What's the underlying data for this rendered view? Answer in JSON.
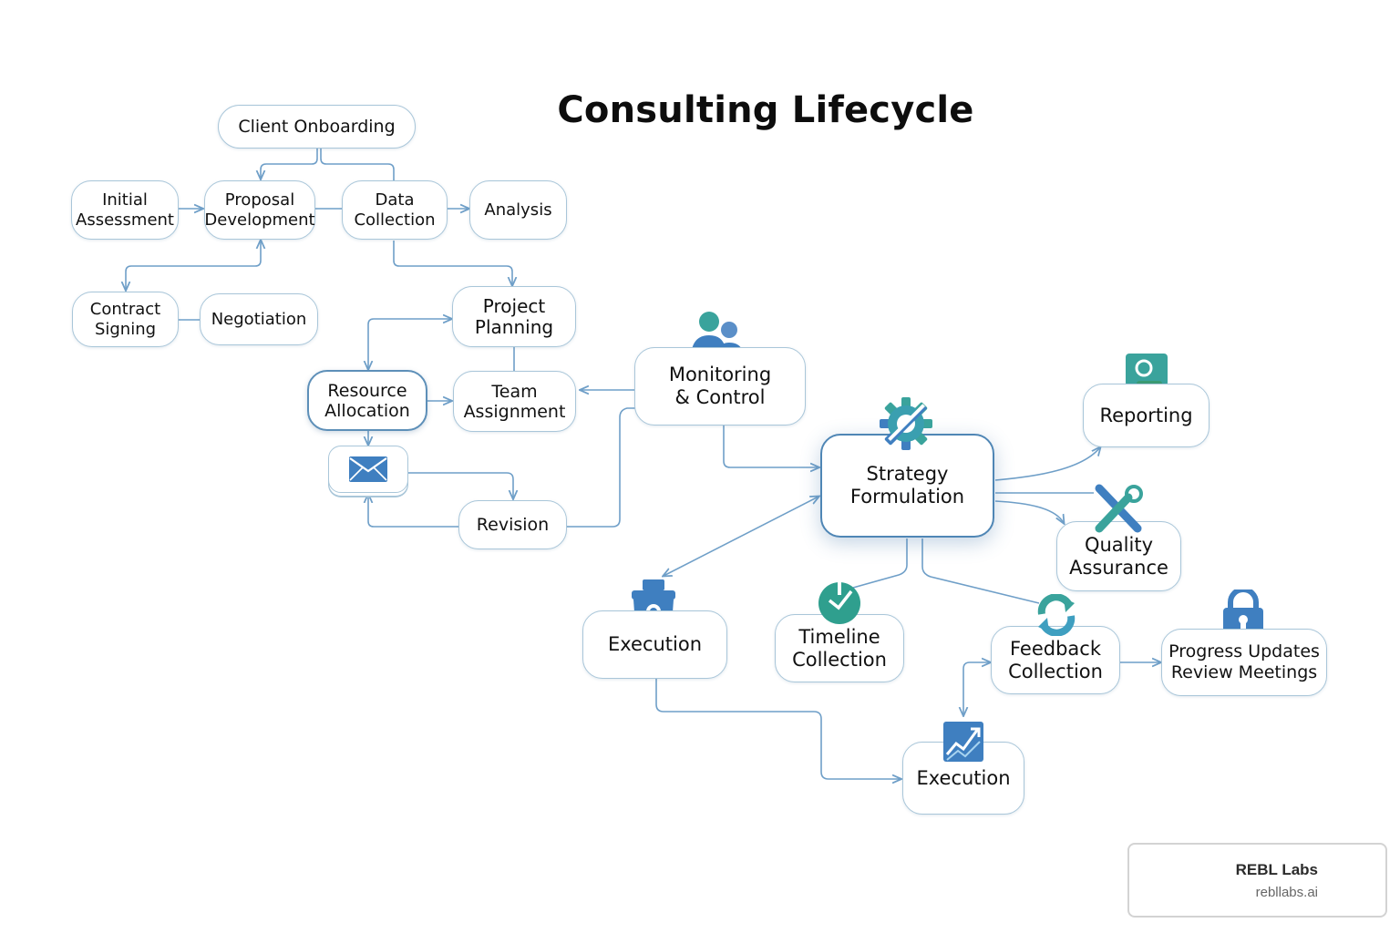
{
  "title": "Consulting Lifecycle",
  "colors": {
    "connector": "#6f9fc8",
    "node_border": "#a9c6d9",
    "icon_teal": "#3aa39c",
    "icon_blue": "#3f7fc0"
  },
  "nodes": {
    "client_onboarding": "Client Onboarding",
    "initial_assessment": "Initial\nAssessment",
    "proposal_development": "Proposal\nDevelopment",
    "data_collection": "Data\nCollection",
    "analysis": "Analysis",
    "contract_signing": "Contract\nSigning",
    "negotiation": "Negotiation",
    "project_planning": "Project\nPlanning",
    "resource_allocation": "Resource\nAllocation",
    "team_assignment": "Team\nAssignment",
    "revision": "Revision",
    "monitoring_control": "Monitoring\n& Control",
    "strategy_formulation": "Strategy\nFormulation",
    "reporting": "Reporting",
    "quality_assurance": "Quality\nAssurance",
    "execution_left": "Execution",
    "timeline_collection": "Timeline\nCollection",
    "feedback_collection": "Feedback\nCollection",
    "progress_updates": "Progress Updates\nReview Meetings",
    "execution_bottom": "Execution"
  },
  "icons": {
    "mail": "envelope-icon",
    "monitoring": "people-icon",
    "strategy": "gear-icon",
    "reporting": "user-card-icon",
    "quality": "tools-icon",
    "execution_left": "robot-icon",
    "timeline": "clock-icon",
    "feedback": "refresh-icon",
    "progress": "lock-icon",
    "execution_bottom": "growth-chart-icon"
  },
  "brand": {
    "name": "REBL Labs",
    "url": "rebllabs.ai"
  }
}
